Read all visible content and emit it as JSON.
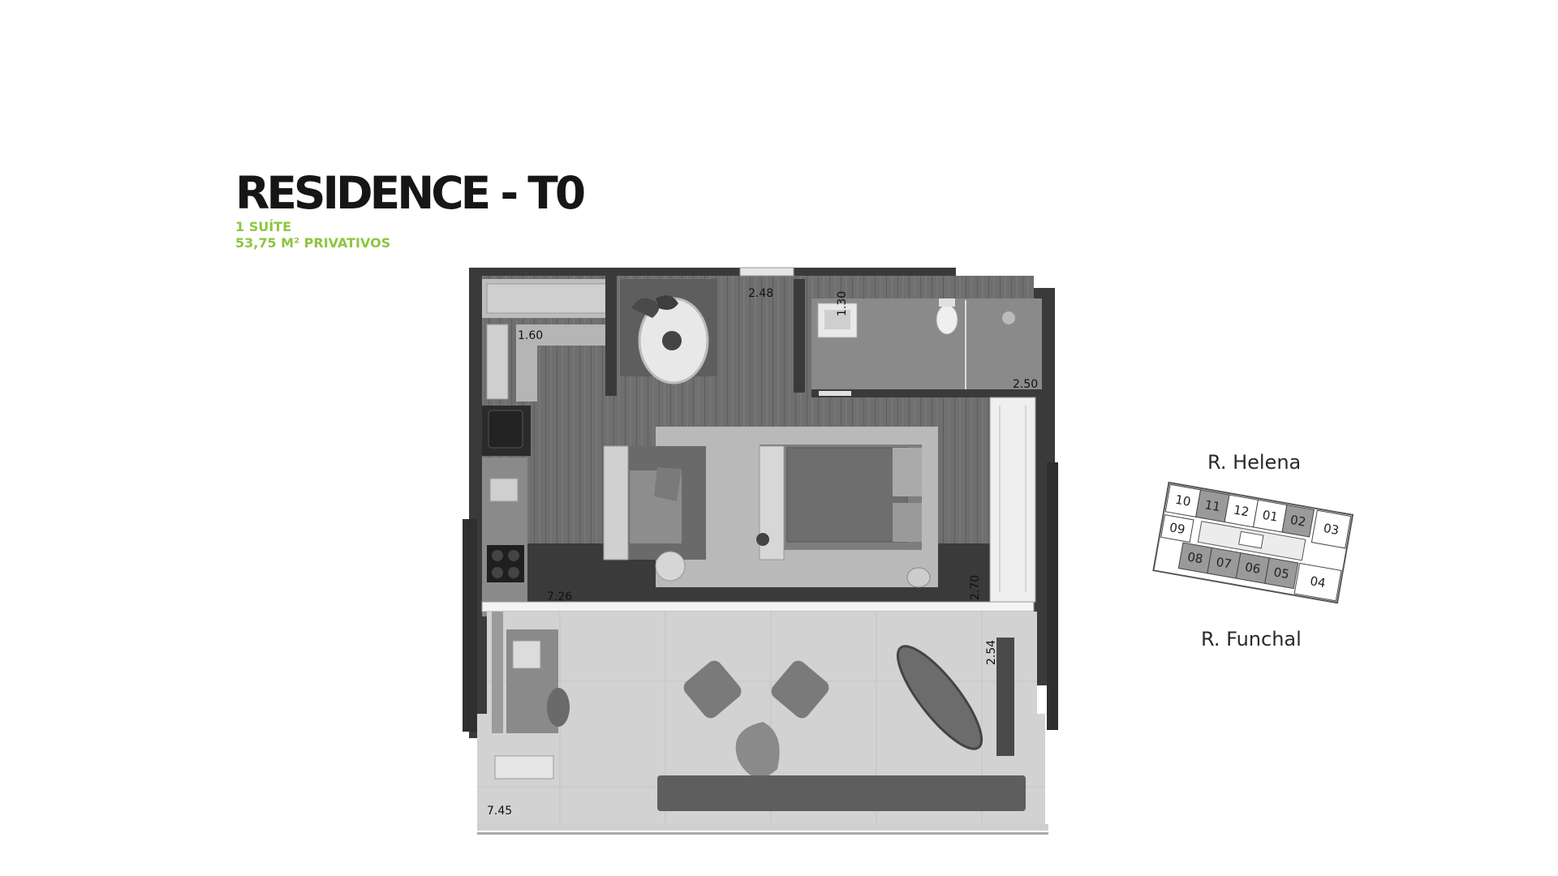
{
  "title": "RESIDENCE - T0",
  "subtitle_suites": "1 SUÍTE",
  "subtitle_area": "53,75 M² PRIVATIVOS",
  "accent_color": "#8cc63f",
  "plan": {
    "dimensions": {
      "d1": "2.48",
      "d2": "1.60",
      "d3": "1.30",
      "d4": "2.50",
      "d5": "7.26",
      "d6": "2.70",
      "d7": "2.54",
      "d8": "7.45"
    }
  },
  "keymap": {
    "street_top": "R. Helena",
    "street_bottom": "R. Funchal",
    "units": [
      "10",
      "11",
      "12",
      "01",
      "02",
      "03",
      "04",
      "05",
      "06",
      "07",
      "08",
      "09"
    ],
    "highlighted_units": [
      "11",
      "02",
      "05",
      "06",
      "07",
      "08"
    ]
  }
}
